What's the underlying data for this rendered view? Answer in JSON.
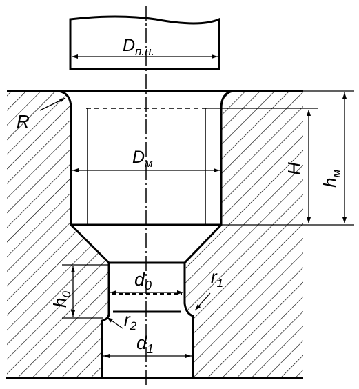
{
  "labels": {
    "punch_diameter": "D",
    "punch_diameter_sub": "п.н.",
    "die_radius": "R",
    "die_diameter": "D",
    "die_diameter_sub": "м",
    "height_H": "H",
    "height_hm": "h",
    "height_hm_sub": "м",
    "neck_height": "h",
    "neck_height_sub": "0",
    "neck_diameter": "d",
    "neck_diameter_sub": "0",
    "radius_r1": "r",
    "radius_r1_sub": "1",
    "radius_r2": "r",
    "radius_r2_sub": "2",
    "bottom_diameter": "d",
    "bottom_diameter_sub": "1"
  }
}
